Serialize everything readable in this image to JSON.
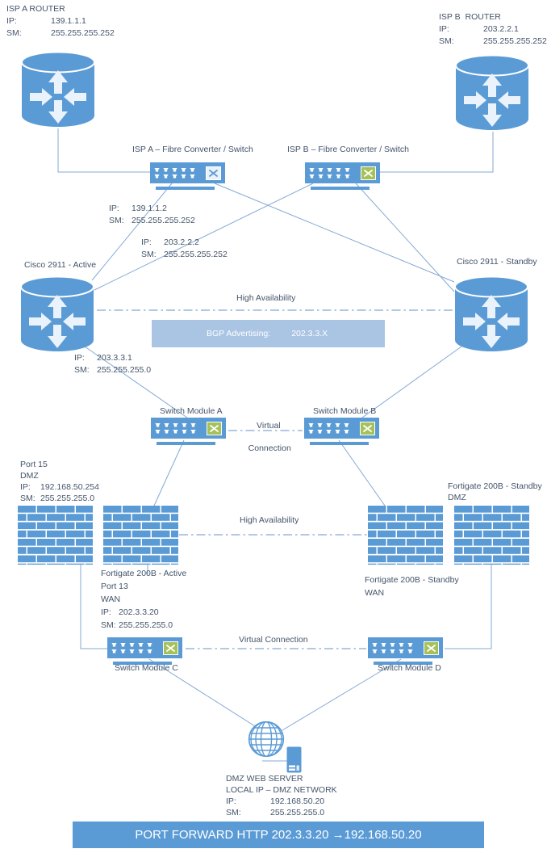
{
  "colors": {
    "accent_blue": "#5b9bd5",
    "light_banner_blue": "#aac5e4",
    "line_blue": "#84a9d4",
    "text_slate": "#44546a",
    "switch_x_green": "#a6c159"
  },
  "icons": {
    "router": "router-icon",
    "switch": "switch-icon",
    "firewall": "firewall-icon",
    "globe": "globe-icon",
    "server": "server-icon"
  },
  "nodes": {
    "isp_a_router": {
      "title": "ISP A ROUTER",
      "ip_label": "IP:",
      "ip": "139.1.1.1",
      "sm_label": "SM:",
      "sm": "255.255.255.252"
    },
    "isp_b_router": {
      "title": "ISP B  ROUTER",
      "ip_label": "IP:",
      "ip": "203.2.2.1",
      "sm_label": "SM:",
      "sm": "255.255.255.252"
    },
    "fibre_switch_a": {
      "label": "ISP A – Fibre Converter / Switch"
    },
    "fibre_switch_b": {
      "label": "ISP B – Fibre Converter / Switch"
    },
    "link_a": {
      "ip_label": "IP:",
      "ip": "139.1.1.2",
      "sm_label": "SM:",
      "sm": "255.255.255.252"
    },
    "link_b": {
      "ip_label": "IP:",
      "ip": "203.2.2.2",
      "sm_label": "SM:",
      "sm": "255.255.255.252"
    },
    "cisco_active": {
      "label": "Cisco 2911 - Active",
      "ip_label": "IP:",
      "ip": "203.3.3.1",
      "sm_label": "SM:",
      "sm": "255.255.255.0"
    },
    "cisco_standby": {
      "label": "Cisco 2911 - Standby"
    },
    "ha_routers": {
      "label": "High Availability"
    },
    "bgp_banner": {
      "label": "BGP Advertising:",
      "value": "202.3.3.X"
    },
    "switch_module_a": {
      "label": "Switch Module A"
    },
    "switch_module_b": {
      "label": "Switch Module B"
    },
    "virtual_connection_ab": {
      "line1": "Virtual",
      "line2": "Connection"
    },
    "fw_active_dmz": {
      "port": "Port 15",
      "zone": "DMZ",
      "ip_label": "IP:",
      "ip": "192.168.50.254",
      "sm_label": "SM:",
      "sm": "255.255.255.0"
    },
    "fw_active_wan": {
      "name": "Fortigate 200B - Active",
      "port": "Port 13",
      "zone": "WAN",
      "ip_label": "IP:",
      "ip": "202.3.3.20",
      "sm_label": "SM:",
      "sm": "255.255.255.0"
    },
    "fw_standby_wan": {
      "name": "Fortigate 200B - Standby",
      "zone": "WAN"
    },
    "fw_standby_dmz": {
      "name": "Fortigate 200B - Standby",
      "zone": "DMZ"
    },
    "ha_firewalls": {
      "label": "High Availability"
    },
    "switch_module_c": {
      "label": "Switch Module C"
    },
    "switch_module_d": {
      "label": "Switch Module D"
    },
    "virtual_connection_cd": {
      "label": "Virtual Connection"
    },
    "web_server": {
      "title": "DMZ WEB SERVER",
      "subtitle": "LOCAL IP – DMZ NETWORK",
      "ip_label": "IP:",
      "ip": "192.168.50.20",
      "sm_label": "SM:",
      "sm": "255.255.255.0"
    }
  },
  "banner": {
    "text": "PORT FORWARD HTTP 202.3.3.20 →192.168.50.20"
  }
}
